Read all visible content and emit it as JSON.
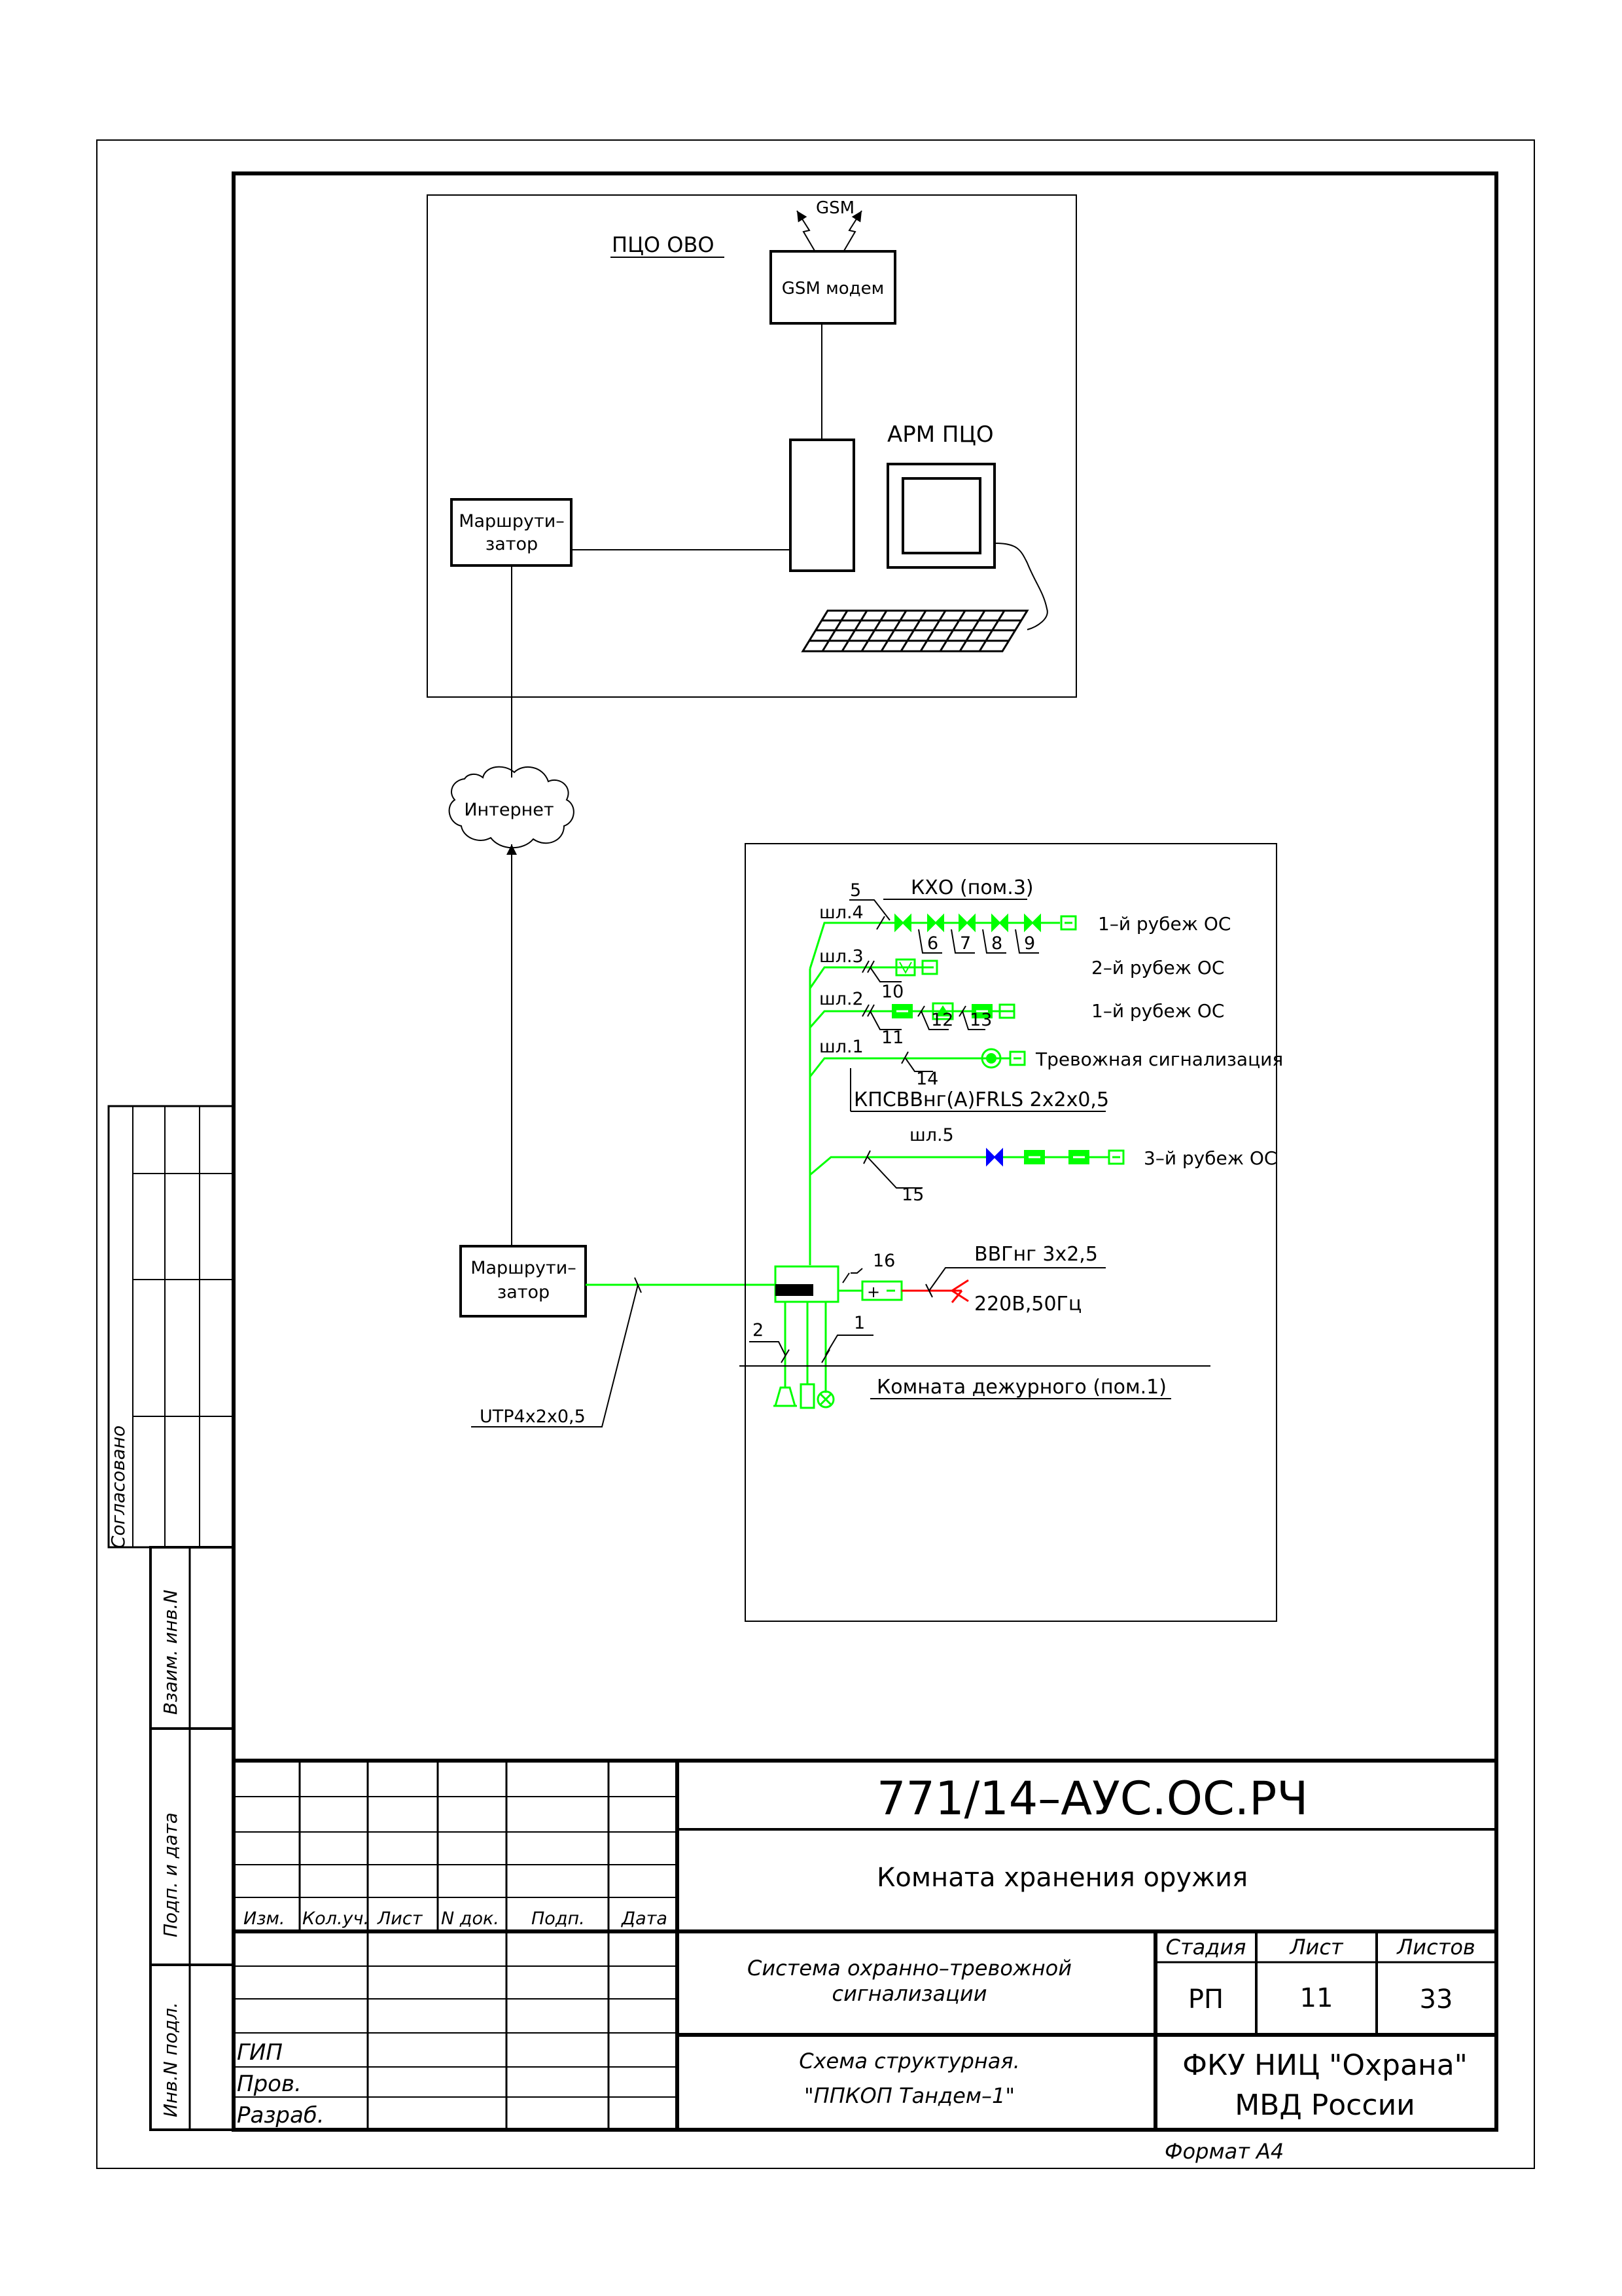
{
  "pco": {
    "title": "ПЦО ОВО",
    "gsm_label": "GSM",
    "gsm_modem": "GSM модем",
    "arm": "АРМ ПЦО",
    "router_line1": "Маршрути–",
    "router_line2": "затор"
  },
  "internet": "Интернет",
  "object_router": {
    "line1": "Маршрути–",
    "line2": "затор"
  },
  "utp_cable": "UTP4x2x0,5",
  "object": {
    "kxo_title": "КХО (пом.3)",
    "loops": [
      {
        "loop": "шл.4",
        "cable_no": "5",
        "device_nos": [
          "6",
          "7",
          "8",
          "9"
        ],
        "zone": "1–й рубеж ОС"
      },
      {
        "loop": "шл.3",
        "cable_no": "10",
        "device_nos": [],
        "zone": "2–й рубеж ОС"
      },
      {
        "loop": "шл.2",
        "cable_no": "11",
        "device_nos": [
          "12",
          "13"
        ],
        "zone": "1–й рубеж ОС"
      },
      {
        "loop": "шл.1",
        "cable_no": "14",
        "device_nos": [],
        "zone": "Тревожная сигнализация"
      },
      {
        "loop": "шл.5",
        "cable_no": "15",
        "device_nos": [],
        "zone": "3–й рубеж ОС"
      }
    ],
    "loop_cable": "КПСВВнг(А)FRLS 2х2х0,5",
    "psu_no": "16",
    "power_cable": "ВВГнг 3х2,5",
    "power_supply": "220В,50Гц",
    "cable_1": "1",
    "cable_2": "2",
    "duty_room": "Комната дежурного (пом.1)"
  },
  "sidebar": {
    "agreed": "Согласовано",
    "vzaim": "Взаим. инв.N",
    "podp_data": "Подп. и дата",
    "inv_podl": "Инв.N подл."
  },
  "title_block": {
    "doc_code": "771/14–АУС.ОС.РЧ",
    "object_name": "Комната хранения оружия",
    "col_headers": [
      "Изм.",
      "Кол.уч.",
      "Лист",
      "N док.",
      "Подп.",
      "Дата"
    ],
    "system_line1": "Система охранно–тревожной",
    "system_line2": "сигнализации",
    "scheme_line1": "Схема структурная.",
    "scheme_line2": "\"ППКОП Тандем–1\"",
    "stage_label": "Стадия",
    "sheet_label": "Лист",
    "sheets_label": "Листов",
    "stage": "РП",
    "sheet": "11",
    "sheets": "33",
    "org_line1": "ФКУ НИЦ \"Охрана\"",
    "org_line2": "МВД России",
    "roles": [
      "ГИП",
      "Пров.",
      "Разраб."
    ],
    "format": "Формат А4"
  },
  "colors": {
    "line": "#000000",
    "wiring": "#00ff00",
    "power": "#ff0000",
    "seismic": "#0000ff"
  }
}
